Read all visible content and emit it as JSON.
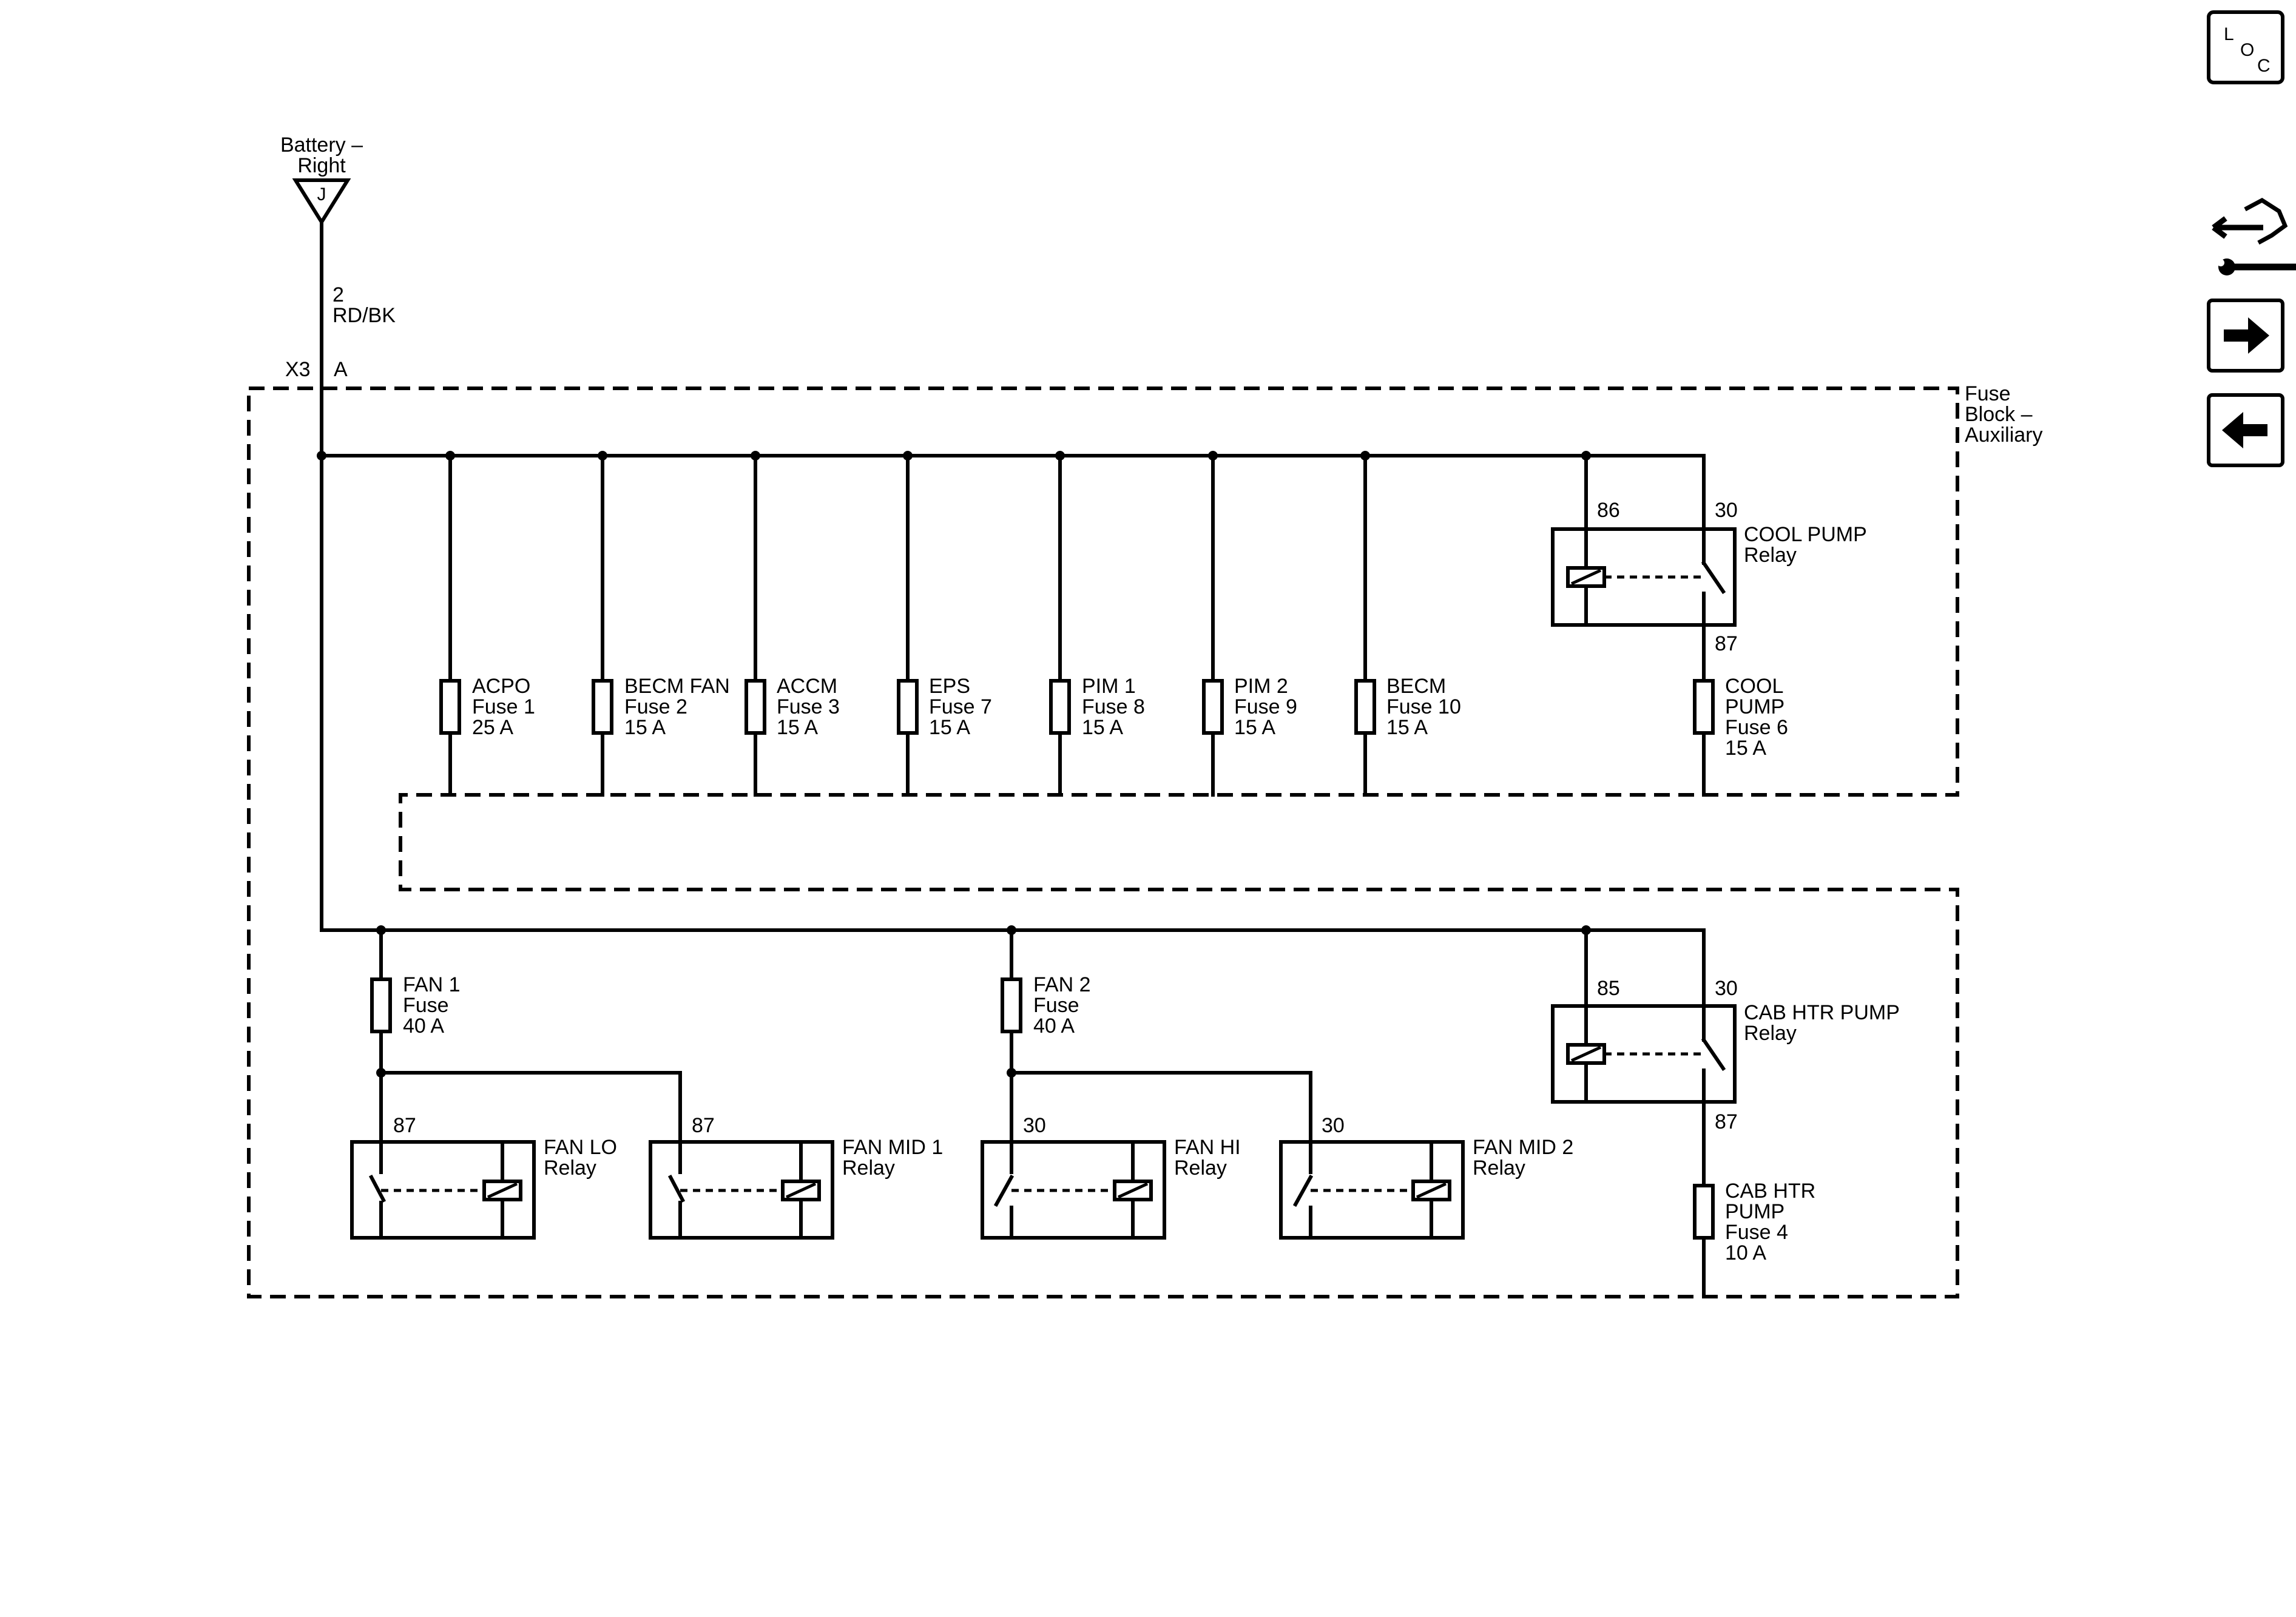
{
  "battery": {
    "label_line1": "Battery –",
    "label_line2": "Right",
    "connector_letter": "J"
  },
  "wire": {
    "circuit": "2",
    "color": "RD/BK"
  },
  "connector": {
    "name": "X3",
    "pin": "A"
  },
  "fuse_block": {
    "line1": "Fuse",
    "line2": "Block –",
    "line3": "Auxiliary"
  },
  "top_fuses": [
    {
      "name": "ACPO",
      "fuse": "Fuse 1",
      "rating": "25 A"
    },
    {
      "name": "BECM FAN",
      "fuse": "Fuse 2",
      "rating": "15 A"
    },
    {
      "name": "ACCM",
      "fuse": "Fuse 3",
      "rating": "15 A"
    },
    {
      "name": "EPS",
      "fuse": "Fuse 7",
      "rating": "15 A"
    },
    {
      "name": "PIM 1",
      "fuse": "Fuse 8",
      "rating": "15 A"
    },
    {
      "name": "PIM 2",
      "fuse": "Fuse 9",
      "rating": "15 A"
    },
    {
      "name": "BECM",
      "fuse": "Fuse 10",
      "rating": "15 A"
    }
  ],
  "cool_pump_relay": {
    "line1": "COOL PUMP",
    "line2": "Relay",
    "pin_coil": "86",
    "pin_in": "30",
    "pin_out": "87"
  },
  "cool_pump_fuse": {
    "line1": "COOL",
    "line2": "PUMP",
    "line3": "Fuse 6",
    "line4": "15 A"
  },
  "fan_fuses": [
    {
      "line1": "FAN 1",
      "line2": "Fuse",
      "line3": "40 A"
    },
    {
      "line1": "FAN 2",
      "line2": "Fuse",
      "line3": "40 A"
    }
  ],
  "fan_relays": [
    {
      "line1": "FAN LO",
      "line2": "Relay",
      "pin": "87"
    },
    {
      "line1": "FAN MID 1",
      "line2": "Relay",
      "pin": "87"
    },
    {
      "line1": "FAN HI",
      "line2": "Relay",
      "pin": "30"
    },
    {
      "line1": "FAN MID 2",
      "line2": "Relay",
      "pin": "30"
    }
  ],
  "cab_htr_relay": {
    "line1": "CAB HTR PUMP",
    "line2": "Relay",
    "pin_coil": "85",
    "pin_in": "30",
    "pin_out": "87"
  },
  "cab_htr_fuse": {
    "line1": "CAB HTR",
    "line2": "PUMP",
    "line3": "Fuse 4",
    "line4": "10 A"
  },
  "nav": {
    "loc_l": "L",
    "loc_o": "O",
    "loc_c": "C"
  },
  "icons": [
    "loc-icon",
    "connector-end-view-icon",
    "next-page-arrow-icon",
    "previous-page-arrow-icon"
  ]
}
